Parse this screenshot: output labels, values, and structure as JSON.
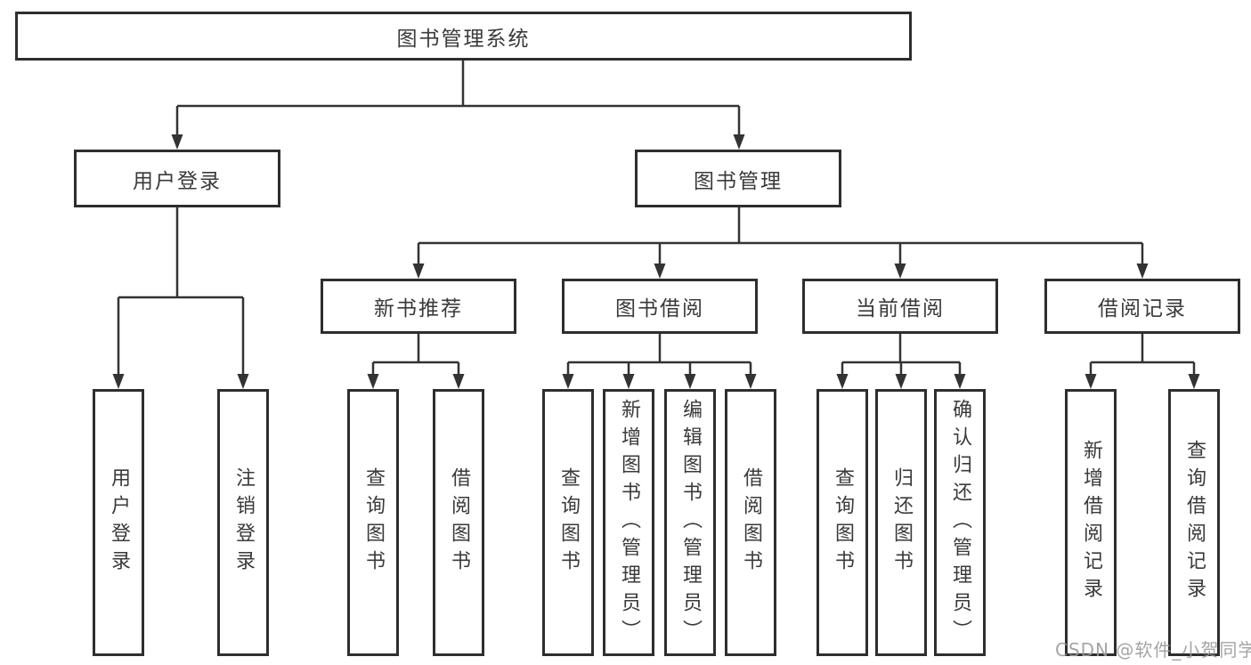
{
  "diagram": {
    "title": "图书管理系统",
    "type": "hierarchy-tree",
    "colors": {
      "line": "#333333",
      "box_border": "#2e2e2e",
      "text": "#3a3a3a",
      "background": "#ffffff",
      "watermark_text": "#9b9b9b"
    },
    "nodes": {
      "root": "图书管理系统",
      "level2": {
        "user_login": "用户登录",
        "book_management": "图书管理"
      },
      "level3": {
        "new_book": "新书推荐",
        "book_borrow": "图书借阅",
        "current_borrow": "当前借阅",
        "borrow_record": "借阅记录"
      },
      "leaves": {
        "user_login": [
          "用户登录",
          "注销登录"
        ],
        "new_book": [
          "查询图书",
          "借阅图书"
        ],
        "book_borrow": [
          "查询图书",
          "新增图书（管理员）",
          "编辑图书（管理员）",
          "借阅图书"
        ],
        "current_borrow": [
          "查询图书",
          "归还图书",
          "确认归还（管理员）"
        ],
        "borrow_record": [
          "新增借阅记录",
          "查询借阅记录"
        ]
      }
    },
    "watermark": "CSDN @软件_小贺同学"
  }
}
